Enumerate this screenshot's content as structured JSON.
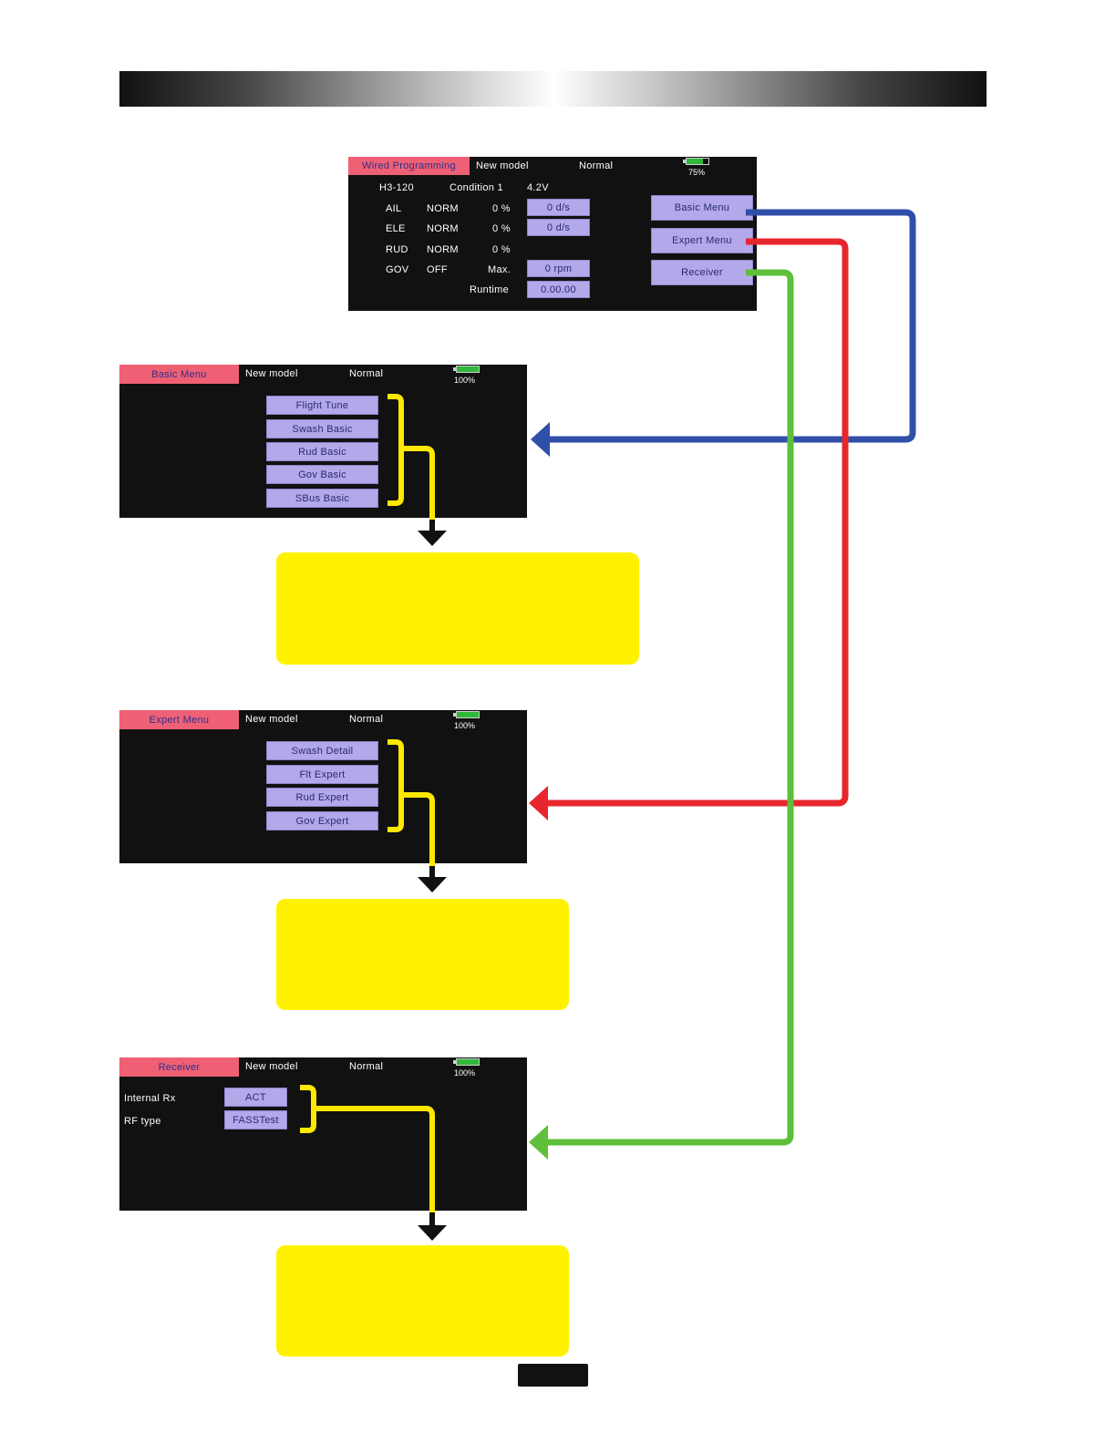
{
  "main_screen": {
    "title": "Wired Programming",
    "model": "New model",
    "mode": "Normal",
    "battery": "75%",
    "battery_fraction": 0.75,
    "model_type": "H3-120",
    "condition": "Condition 1",
    "voltage": "4.2V",
    "rows": [
      {
        "channel": "AIL",
        "status": "NORM",
        "percent": "0 %",
        "value": "0 d/s"
      },
      {
        "channel": "ELE",
        "status": "NORM",
        "percent": "0 %",
        "value": "0 d/s"
      },
      {
        "channel": "RUD",
        "status": "NORM",
        "percent": "0 %"
      }
    ],
    "gov": {
      "label": "GOV",
      "status": "OFF",
      "max": "Max.",
      "value": "0 rpm"
    },
    "runtime": {
      "label": "Runtime",
      "value": "0.00.00"
    },
    "buttons": {
      "basic": "Basic Menu",
      "expert": "Expert Menu",
      "receiver": "Receiver"
    }
  },
  "basic_screen": {
    "title": "Basic Menu",
    "model": "New model",
    "mode": "Normal",
    "battery": "100%",
    "items": [
      "Flight Tune",
      "Swash Basic",
      "Rud Basic",
      "Gov Basic",
      "SBus Basic"
    ]
  },
  "expert_screen": {
    "title": "Expert Menu",
    "model": "New model",
    "mode": "Normal",
    "battery": "100%",
    "items": [
      "Swash Detail",
      "Flt Expert",
      "Rud Expert",
      "Gov Expert"
    ]
  },
  "receiver_screen": {
    "title": "Receiver",
    "model": "New model",
    "mode": "Normal",
    "battery": "100%",
    "rows": [
      {
        "label": "Internal Rx",
        "value": "ACT"
      },
      {
        "label": "RF type",
        "value": "FASSTest"
      }
    ]
  },
  "colors": {
    "basic_arrow": "#2f4fa8",
    "expert_arrow": "#e8262e",
    "receiver_arrow": "#5fbf3a",
    "bracket": "#ffe800",
    "note_box": "#fff200",
    "title_tab": "#ef6075",
    "button": "#b2a8ea"
  }
}
